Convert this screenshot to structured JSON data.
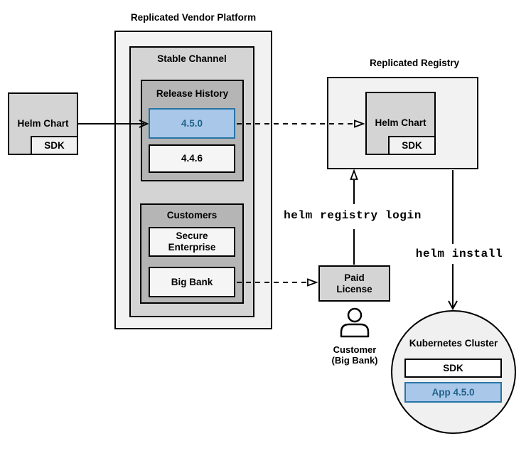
{
  "colors": {
    "highlight_fill": "#A9C8E9",
    "highlight_border": "#2874A6",
    "highlight_text": "#21618C"
  },
  "source": {
    "helm_chart_label": "Helm Chart",
    "sdk_label": "SDK"
  },
  "platform": {
    "title": "Replicated Vendor Platform",
    "stable_channel": {
      "label": "Stable Channel",
      "release_history": {
        "label": "Release History",
        "current_version": "4.5.0",
        "previous_version": "4.4.6"
      },
      "customers": {
        "label": "Customers",
        "customer_1": "Secure\nEnterprise",
        "customer_2": "Big Bank"
      }
    }
  },
  "registry": {
    "title": "Replicated Registry",
    "helm_chart_label": "Helm Chart",
    "sdk_label": "SDK"
  },
  "license": {
    "label": "Paid\nLicense"
  },
  "customer_actor": {
    "label": "Customer\n(Big Bank)"
  },
  "commands": {
    "registry_login": "helm registry login",
    "install": "helm install"
  },
  "cluster": {
    "label": "Kubernetes Cluster",
    "sdk_label": "SDK",
    "app_label": "App 4.5.0"
  }
}
